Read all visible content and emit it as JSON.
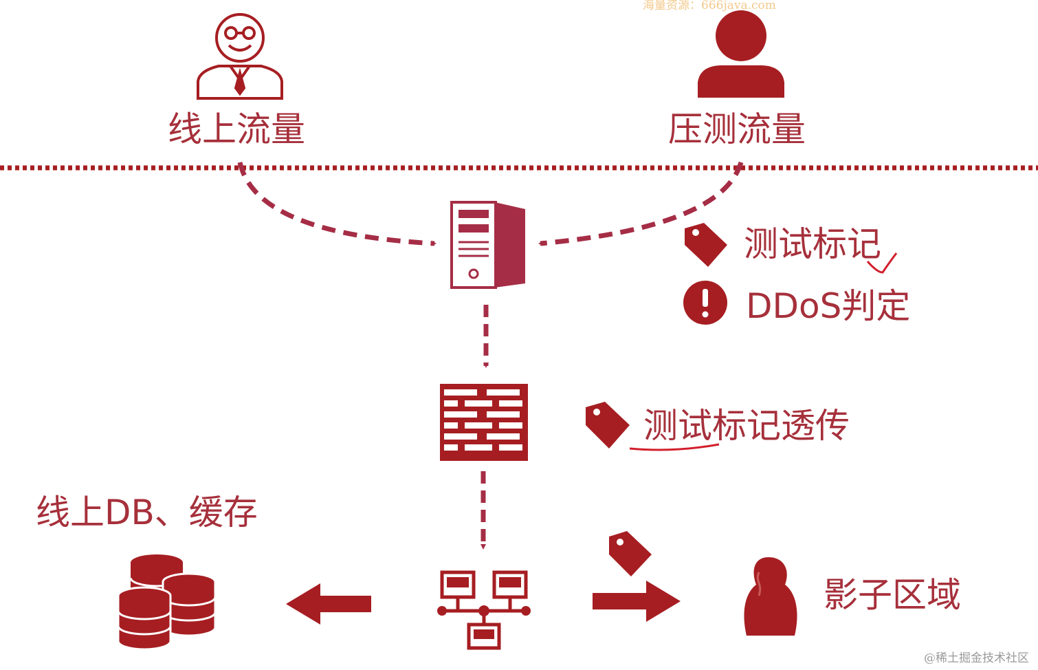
{
  "watermark_top": "海量资源：666java.com",
  "watermark_bottom": "@稀土掘金技术社区",
  "labels": {
    "online_traffic": "线上流量",
    "stress_traffic": "压测流量",
    "test_tag": "测试标记",
    "ddos": "DDoS判定",
    "tag_passthrough": "测试标记透传",
    "online_db_cache": "线上DB、缓存",
    "shadow_zone": "影子区域"
  },
  "icons": {
    "online_user": "businessman-icon",
    "stress_user": "user-icon",
    "server": "server-icon",
    "gateway": "firewall-icon",
    "router": "network-icon",
    "database": "database-icon",
    "shadow": "shadow-person-icon",
    "tag": "tag-icon",
    "alert": "alert-icon"
  },
  "colors": {
    "primary": "#a61e22",
    "label": "#a6303b",
    "arrow": "#a52d45",
    "annotation": "#d21e2b",
    "watermark_top": "#f3c98c",
    "watermark_bottom": "#999999"
  }
}
